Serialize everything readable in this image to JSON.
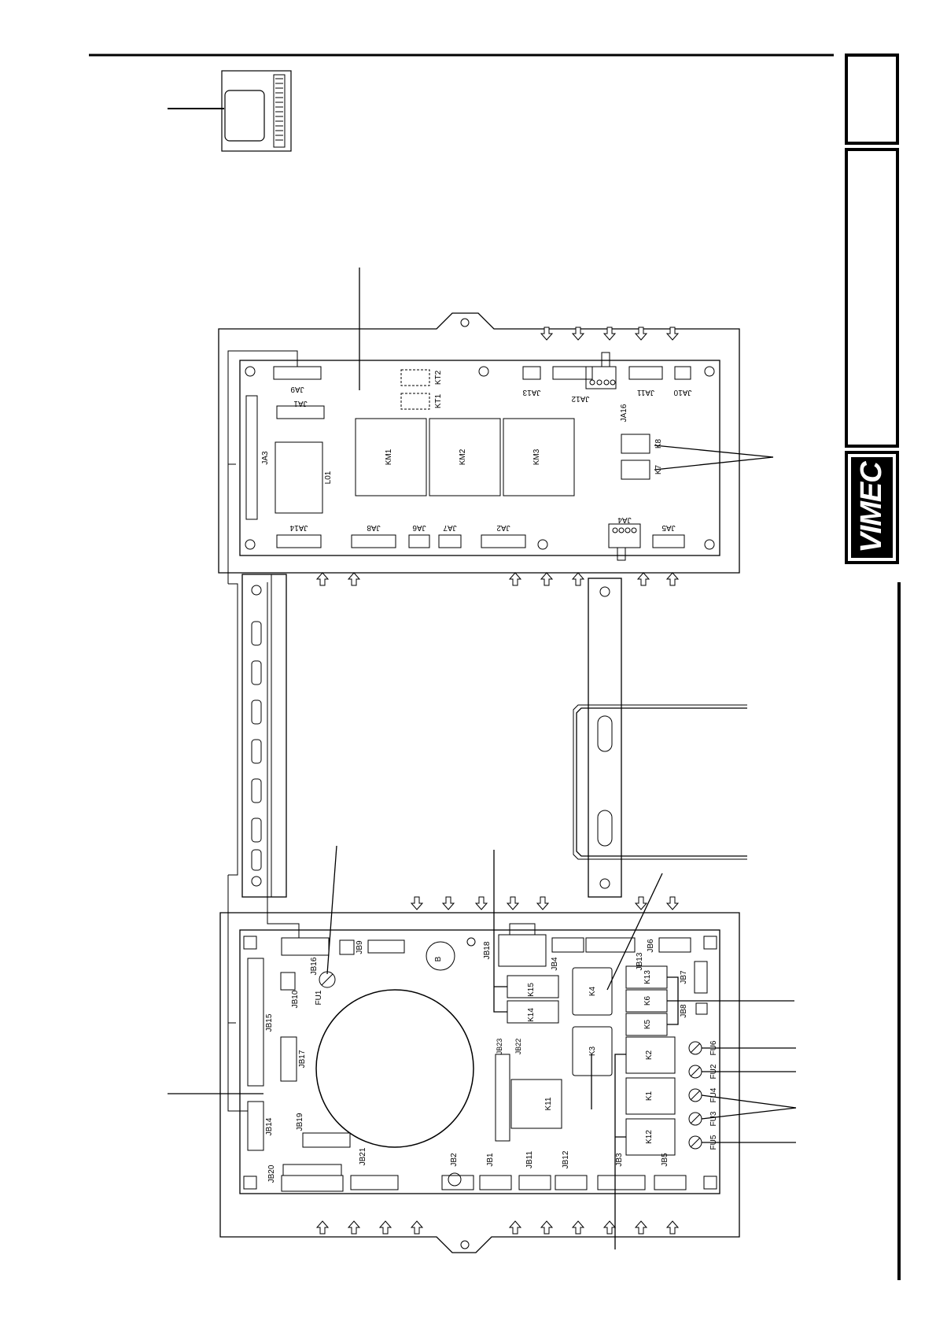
{
  "logo": {
    "text": "VIMEC"
  },
  "upper_board": {
    "connectors_top": [
      "JA9",
      "JA1",
      "JA13",
      "JA12",
      "JA11",
      "JA10"
    ],
    "connectors_bottom": [
      "JA14",
      "JA8",
      "JA6",
      "JA7",
      "JA2",
      "JA4",
      "JA5"
    ],
    "strip": "JA3",
    "filter": "L01",
    "timers": [
      "KT2",
      "KT1"
    ],
    "contactors": [
      "KM1",
      "KM2",
      "KM3"
    ],
    "relays": [
      "K8",
      "K7"
    ],
    "jumper": "JA16"
  },
  "lower_board": {
    "connectors_top": [
      "JB16",
      "JB9",
      "JB18",
      "JB4",
      "JB13",
      "JB6"
    ],
    "connectors_bottom": [
      "JB20",
      "JB21",
      "JB2",
      "JB1",
      "JB11",
      "JB12",
      "JB3",
      "JB5"
    ],
    "side": [
      "JB15",
      "JB17",
      "JB14",
      "JB19",
      "JB10",
      "JB7",
      "JB8"
    ],
    "fuse_holder": "FU1",
    "relays": [
      "K15",
      "K14",
      "K4",
      "K3",
      "K13",
      "K6",
      "K5",
      "K2",
      "K1",
      "K12",
      "K11"
    ],
    "ribbon": [
      "JB23",
      "JB22"
    ],
    "fuses": [
      "FU6",
      "FU2",
      "FU4",
      "FU3",
      "FU5"
    ],
    "bat": "B"
  }
}
